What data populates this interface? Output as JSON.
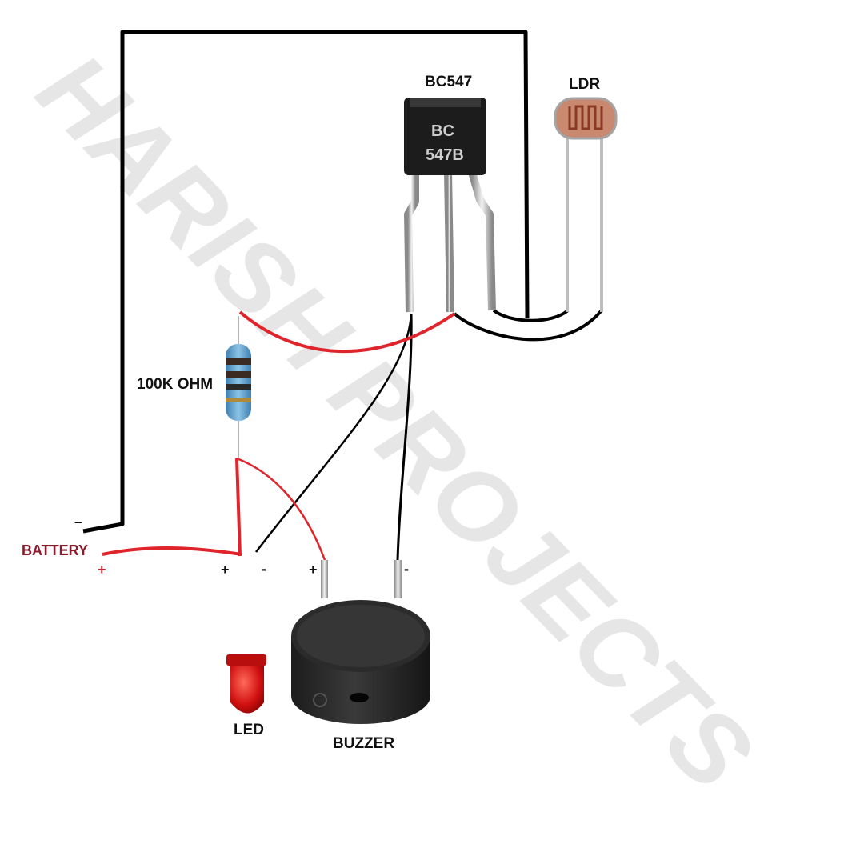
{
  "watermark": "HARISH PROJECTS",
  "labels": {
    "transistor": "BC547",
    "transistor_marking_line1": "BC",
    "transistor_marking_line2": "547B",
    "ldr": "LDR",
    "resistor": "100K OHM",
    "battery": "BATTERY",
    "battery_negative": "–",
    "battery_positive": "+",
    "led_positive": "+",
    "led_negative": "-",
    "buzzer_positive": "+",
    "buzzer_negative": "-",
    "led": "LED",
    "buzzer": "BUZZER"
  },
  "colors": {
    "black_wire": "#000000",
    "red_wire": "#e0242c",
    "battery_label": "#8b1a2b",
    "battery_plus": "#d02030",
    "watermark": "#e6e6e6",
    "led_body": "#d01010",
    "buzzer_body": "#2e2e2e",
    "resistor_body": "#5aa0cc",
    "ldr_body": "#c98870",
    "transistor_body": "#1c1c1c"
  }
}
